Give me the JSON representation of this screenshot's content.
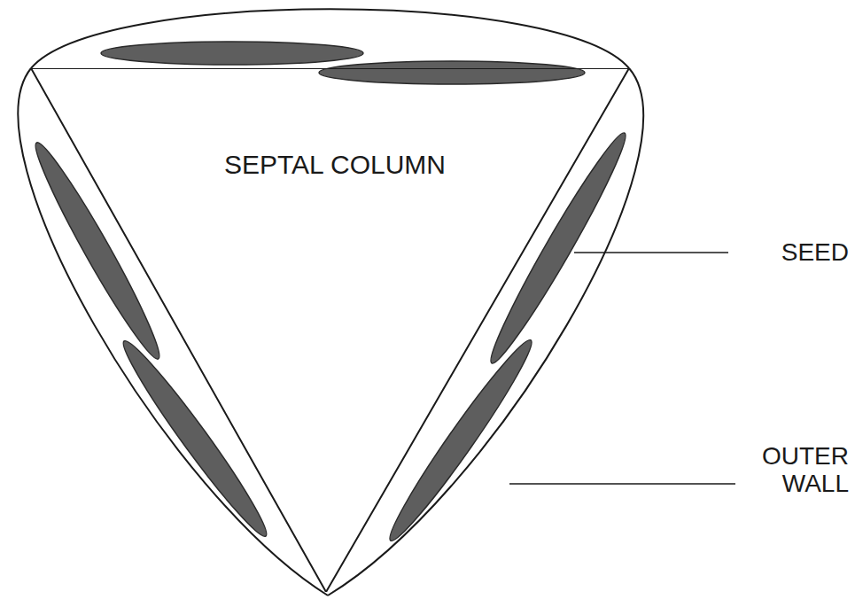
{
  "diagram": {
    "nodes": [
      {
        "text": [
          "SEPTAL COLUMN"
        ]
      }
    ],
    "labels": [
      "SEED",
      "OUTER WALL"
    ]
  }
}
